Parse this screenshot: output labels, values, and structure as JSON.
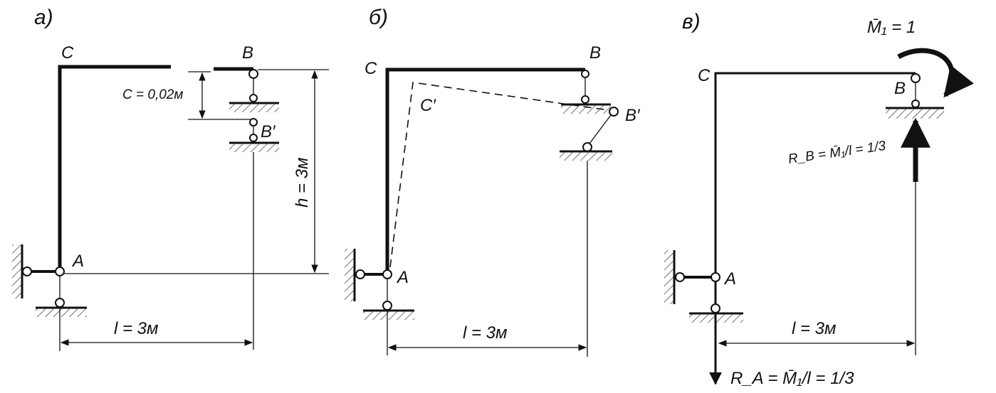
{
  "panel_a": {
    "tag": "а)",
    "node_c": "C",
    "node_b": "B",
    "node_b_prime": "B′",
    "node_a": "A",
    "settlement": "C = 0,02м",
    "height": "h = 3м",
    "span": "l = 3м"
  },
  "panel_b": {
    "tag": "б)",
    "node_c": "C",
    "node_c_prime": "C′",
    "node_b": "B",
    "node_b_prime": "B′",
    "node_a": "A",
    "span": "l = 3м"
  },
  "panel_c": {
    "tag": "в)",
    "moment_label": "M̄₁ = 1",
    "node_c": "C",
    "node_b": "B",
    "node_a": "A",
    "reaction_b": "R_B = M̄₁/l = 1/3",
    "reaction_a": "R_A = M̄₁/l = 1/3",
    "span": "l = 3м"
  }
}
